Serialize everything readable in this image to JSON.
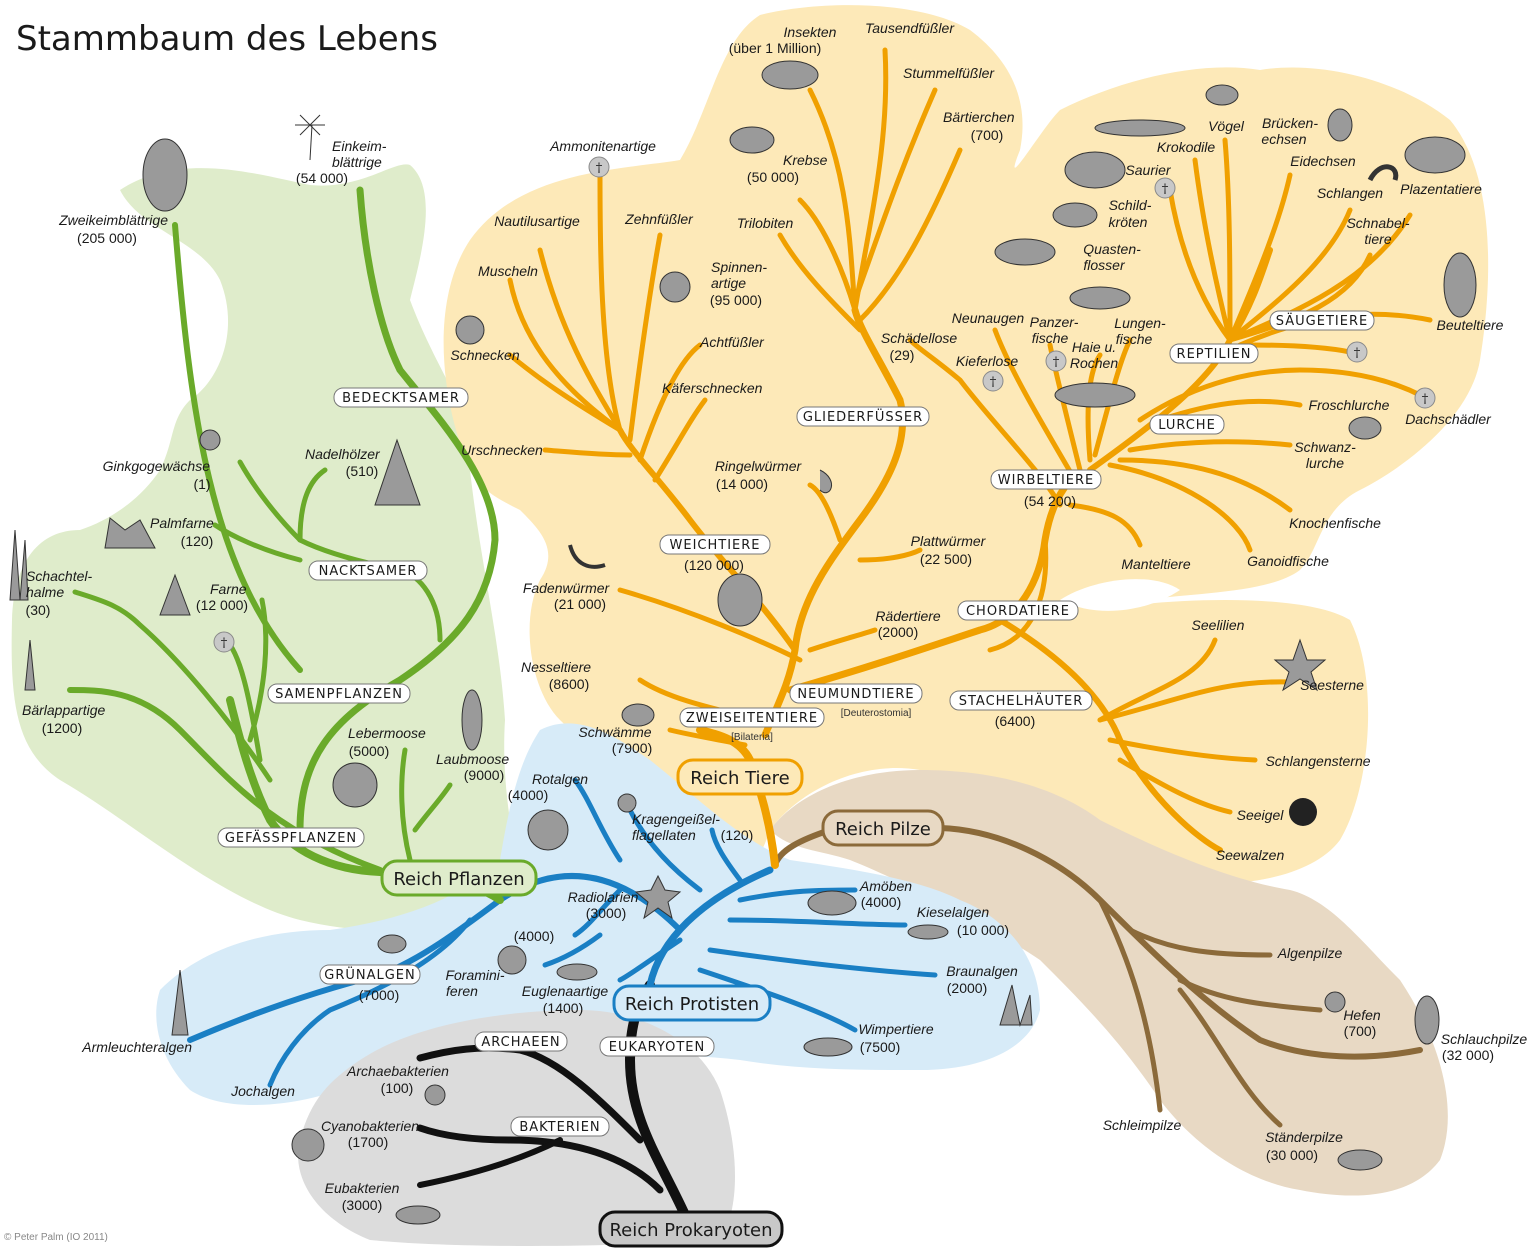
{
  "title": "Stammbaum des Lebens",
  "copyright": "© Peter Palm (IO 2011)",
  "colors": {
    "plants_fill": "#dfeccb",
    "plants_line": "#6aaa2a",
    "animals_fill": "#fde9b8",
    "animals_line": "#f0a000",
    "protists_fill": "#d7ebf8",
    "protists_line": "#1a7fc4",
    "fungi_fill": "#e8d9c4",
    "fungi_line": "#8b6a3a",
    "prokaryotes_fill": "#dcdcdc",
    "prokaryotes_line": "#111111"
  },
  "kingdoms": {
    "plants": "Reich Pflanzen",
    "animals": "Reich Tiere",
    "fungi": "Reich Pilze",
    "protists": "Reich Protisten",
    "prokaryotes": "Reich Prokaryoten"
  },
  "groups": {
    "bedecktsamer": "BEDECKTSAMER",
    "nacktsamer": "NACKTSAMER",
    "samenpflanzen": "SAMENPFLANZEN",
    "gefaesspflanzen": "GEFÄSSPFLANZEN",
    "gliederfuesser": "GLIEDERFÜSSER",
    "weichtiere": "WEICHTIERE",
    "weichtiere_count": "(120 000)",
    "zweiseitentiere": "ZWEISEITENTIERE",
    "zweiseitentiere_sub": "[Bilateria]",
    "neumundtiere": "NEUMUNDTIERE",
    "neumundtiere_sub": "[Deuterostomia]",
    "chordatiere": "CHORDATIERE",
    "stachelhaeuter": "STACHELHÄUTER",
    "stachelhaeuter_count": "(6400)",
    "wirbeltiere": "WIRBELTIERE",
    "wirbeltiere_count": "(54 200)",
    "lurche": "LURCHE",
    "reptilien": "REPTILIEN",
    "saeugetiere": "SÄUGETIERE",
    "gruenalgen": "GRÜNALGEN",
    "gruenalgen_count": "(7000)",
    "archaeen": "ARCHAEEN",
    "eukaryoten": "EUKARYOTEN",
    "bakterien": "BAKTERIEN"
  },
  "extinct_mark": "†",
  "labels": {
    "einkeim": [
      "Einkeim-",
      "blättrige"
    ],
    "einkeim_n": "(54 000)",
    "zweikeim": "Zweikeimblättrige",
    "zweikeim_n": "(205 000)",
    "ginkgo": "Ginkgogewächse",
    "ginkgo_n": "(1)",
    "nadel": "Nadelhölzer",
    "nadel_n": "(510)",
    "palm": "Palmfarne",
    "palm_n": "(120)",
    "schachtel": [
      "Schachtel-",
      "halme"
    ],
    "schachtel_n": "(30)",
    "farne": "Farne",
    "farne_n": "(12 000)",
    "baerlapp": "Bärlappartige",
    "baerlapp_n": "(1200)",
    "leber": "Lebermoose",
    "leber_n": "(5000)",
    "laub": "Laubmoose",
    "laub_n": "(9000)",
    "insekten": "Insekten",
    "insekten_n": "(über 1 Million)",
    "tausend": "Tausendfüßler",
    "stummel": "Stummelfüßler",
    "baer": "Bärtierchen",
    "baer_n": "(700)",
    "krebse": "Krebse",
    "krebse_n": "(50 000)",
    "ammoniten": "Ammonitenartige",
    "nautilus": "Nautilusartige",
    "zehn": "Zehnfüßler",
    "trilobiten": "Trilobiten",
    "muscheln": "Muscheln",
    "spinnen": [
      "Spinnen-",
      "artige"
    ],
    "spinnen_n": "(95 000)",
    "schnecken": "Schnecken",
    "acht": "Achtfüßler",
    "kaefer": "Käferschnecken",
    "urschnecken": "Urschnecken",
    "ringel": "Ringelwürmer",
    "ringel_n": "(14 000)",
    "platt": "Plattwürmer",
    "platt_n": "(22 500)",
    "faden": "Fadenwürmer",
    "faden_n": "(21 000)",
    "raeder": "Rädertiere",
    "raeder_n": "(2000)",
    "nessel": "Nesseltiere",
    "nessel_n": "(8600)",
    "schwaemme": "Schwämme",
    "schwaemme_n": "(7900)",
    "schaedellose": "Schädellose",
    "schaedellose_n": "(29)",
    "neunaugen": "Neunaugen",
    "kieferlose": "Kieferlose",
    "panzer": [
      "Panzer-",
      "fische"
    ],
    "haie": [
      "Haie u.",
      "Rochen"
    ],
    "lungen": [
      "Lungen-",
      "fische"
    ],
    "quasten": [
      "Quasten-",
      "flosser"
    ],
    "schild": [
      "Schild-",
      "kröten"
    ],
    "saurier": "Saurier",
    "krokodile": "Krokodile",
    "voegel": "Vögel",
    "bruecken": [
      "Brücken-",
      "echsen"
    ],
    "eidechsen": "Eidechsen",
    "schlangen": "Schlangen",
    "plazenta": "Plazentatiere",
    "schnabel": [
      "Schnabel-",
      "tiere"
    ],
    "beutel": "Beuteltiere",
    "froschlurche": "Froschlurche",
    "dachschaedler": "Dachschädler",
    "schwanz": [
      "Schwanz-",
      "lurche"
    ],
    "knochen": "Knochenfische",
    "mantel": "Manteltiere",
    "ganoid": "Ganoidfische",
    "seelilien": "Seelilien",
    "seesterne": "Seesterne",
    "schlangensterne": "Schlangensterne",
    "seeigel": "Seeigel",
    "seewalzen": "Seewalzen",
    "rotalgen": "Rotalgen",
    "rotalgen_n": "(4000)",
    "kragen": [
      "Kragengeißel-",
      "flagellaten"
    ],
    "kragen_n": "(120)",
    "radiolarien": "Radiolarien",
    "radiolarien_n": "(3000)",
    "foramini_n": "(4000)",
    "foramini": [
      "Foramini-",
      "feren"
    ],
    "euglena": "Euglenaartige",
    "euglena_n": "(1400)",
    "amoeben": "Amöben",
    "amoeben_n": "(4000)",
    "kiesel": "Kieselalgen",
    "kiesel_n": "(10 000)",
    "braun": "Braunalgen",
    "braun_n": "(2000)",
    "wimper": "Wimpertiere",
    "wimper_n": "(7500)",
    "armleuchter": "Armleuchteralgen",
    "joch": "Jochalgen",
    "algenpilze": "Algenpilze",
    "hefen": "Hefen",
    "hefen_n": "(700)",
    "schlauch": "Schlauchpilze",
    "schlauch_n": "(32 000)",
    "schleim": "Schleimpilze",
    "staender": "Ständerpilze",
    "staender_n": "(30 000)",
    "archaebakterien": "Archaebakterien",
    "archaebakterien_n": "(100)",
    "cyano": "Cyanobakterien",
    "cyano_n": "(1700)",
    "eubakterien": "Eubakterien",
    "eubakterien_n": "(3000)"
  }
}
